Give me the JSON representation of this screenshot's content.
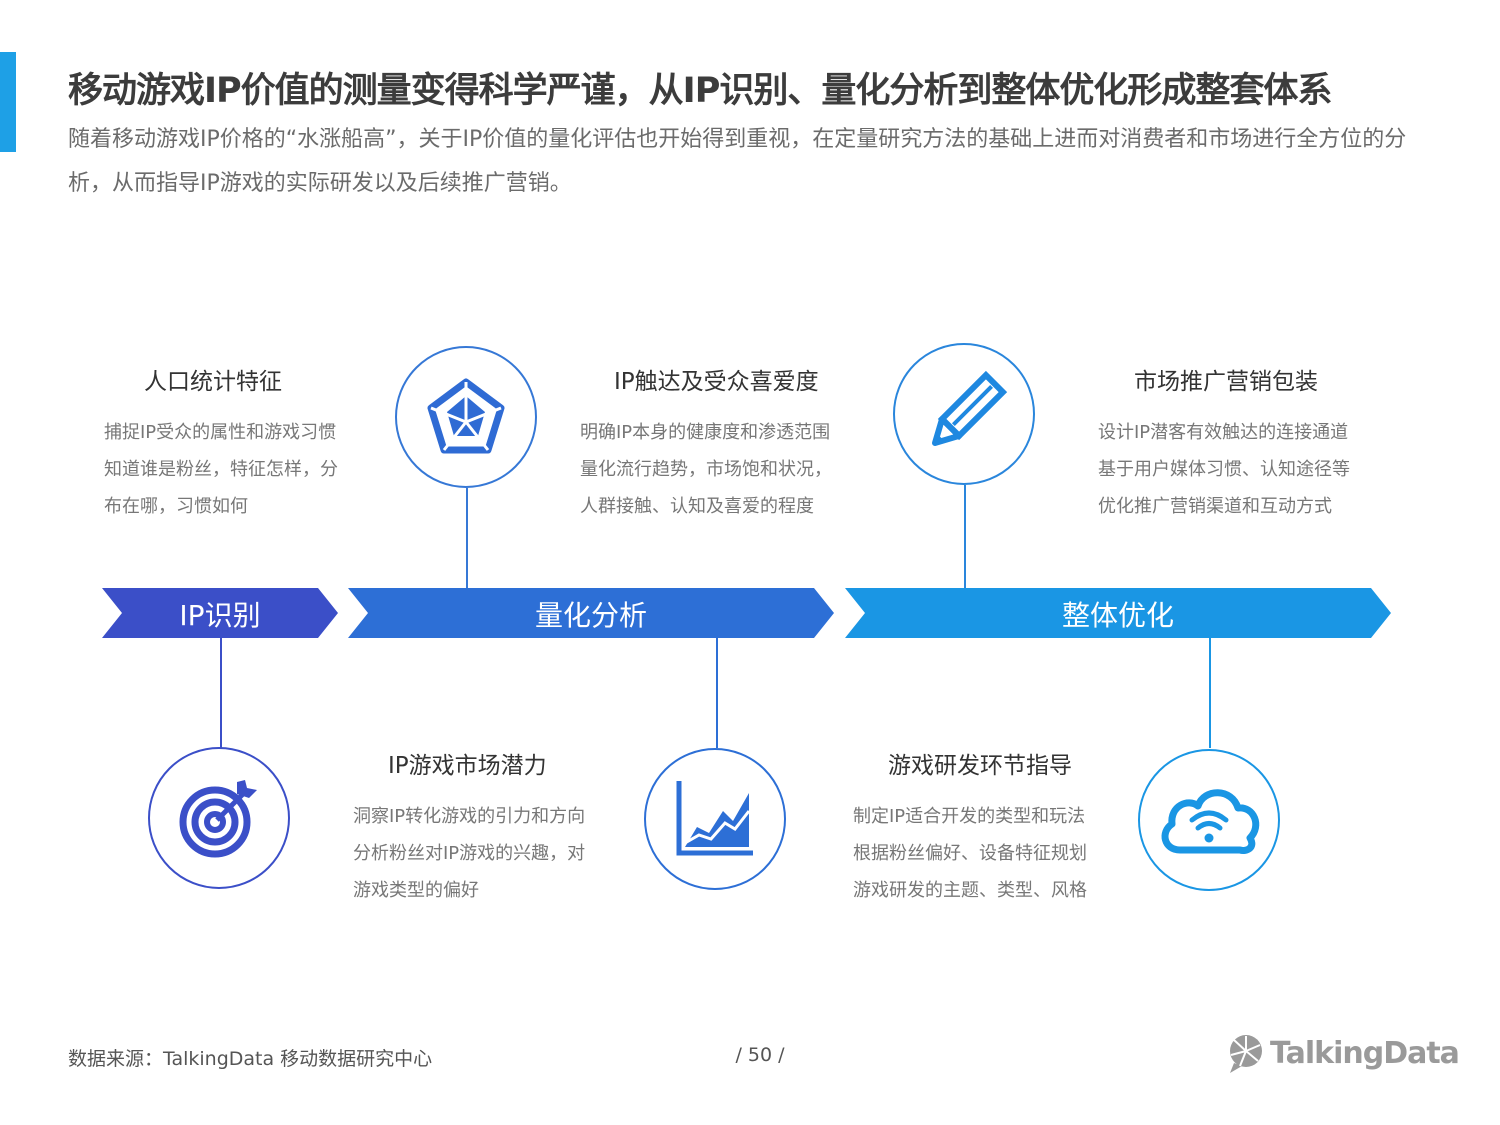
{
  "header": {
    "title": "移动游戏IP价值的测量变得科学严谨，从IP识别、量化分析到整体优化形成整套体系",
    "subtitle": "随着移动游戏IP价格的“水涨船高”，关于IP价值的量化评估也开始得到重视，在定量研究方法的基础上进而对消费者和市场进行全方位的分析，从而指导IP游戏的实际研发以及后续推广营销。"
  },
  "colors": {
    "accent": "#1ea0e6",
    "stage1": "#3b4fc8",
    "stage2": "#2d6fd6",
    "stage3": "#1a96e4"
  },
  "stages": [
    {
      "label": "IP识别"
    },
    {
      "label": "量化分析"
    },
    {
      "label": "整体优化"
    }
  ],
  "items": [
    {
      "title": "人口统计特征",
      "desc": "捕捉IP受众的属性和游戏习惯\n知道谁是粉丝，特征怎样，分\n布在哪，习惯如何",
      "icon": "target-icon"
    },
    {
      "title": "IP触达及受众喜爱度",
      "desc": "明确IP本身的健康度和渗透范围\n量化流行趋势，市场饱和状况，\n人群接触、认知及喜爱的程度",
      "icon": "radar-chart-icon"
    },
    {
      "title": "IP游戏市场潜力",
      "desc": "洞察IP转化游戏的引力和方向\n分析粉丝对IP游戏的兴趣，对\n游戏类型的偏好",
      "icon": "area-chart-icon"
    },
    {
      "title": "市场推广营销包装",
      "desc": "设计IP潜客有效触达的连接通道\n基于用户媒体习惯、认知途径等\n优化推广营销渠道和互动方式",
      "icon": "pencil-icon"
    },
    {
      "title": "游戏研发环节指导",
      "desc": "制定IP适合开发的类型和玩法\n根据粉丝偏好、设备特征规划\n游戏研发的主题、类型、风格",
      "icon": "cloud-wifi-icon"
    }
  ],
  "footer": {
    "source": "数据来源：TalkingData  移动数据研究中心",
    "page": "/  50  /",
    "logo": "TalkingData"
  }
}
